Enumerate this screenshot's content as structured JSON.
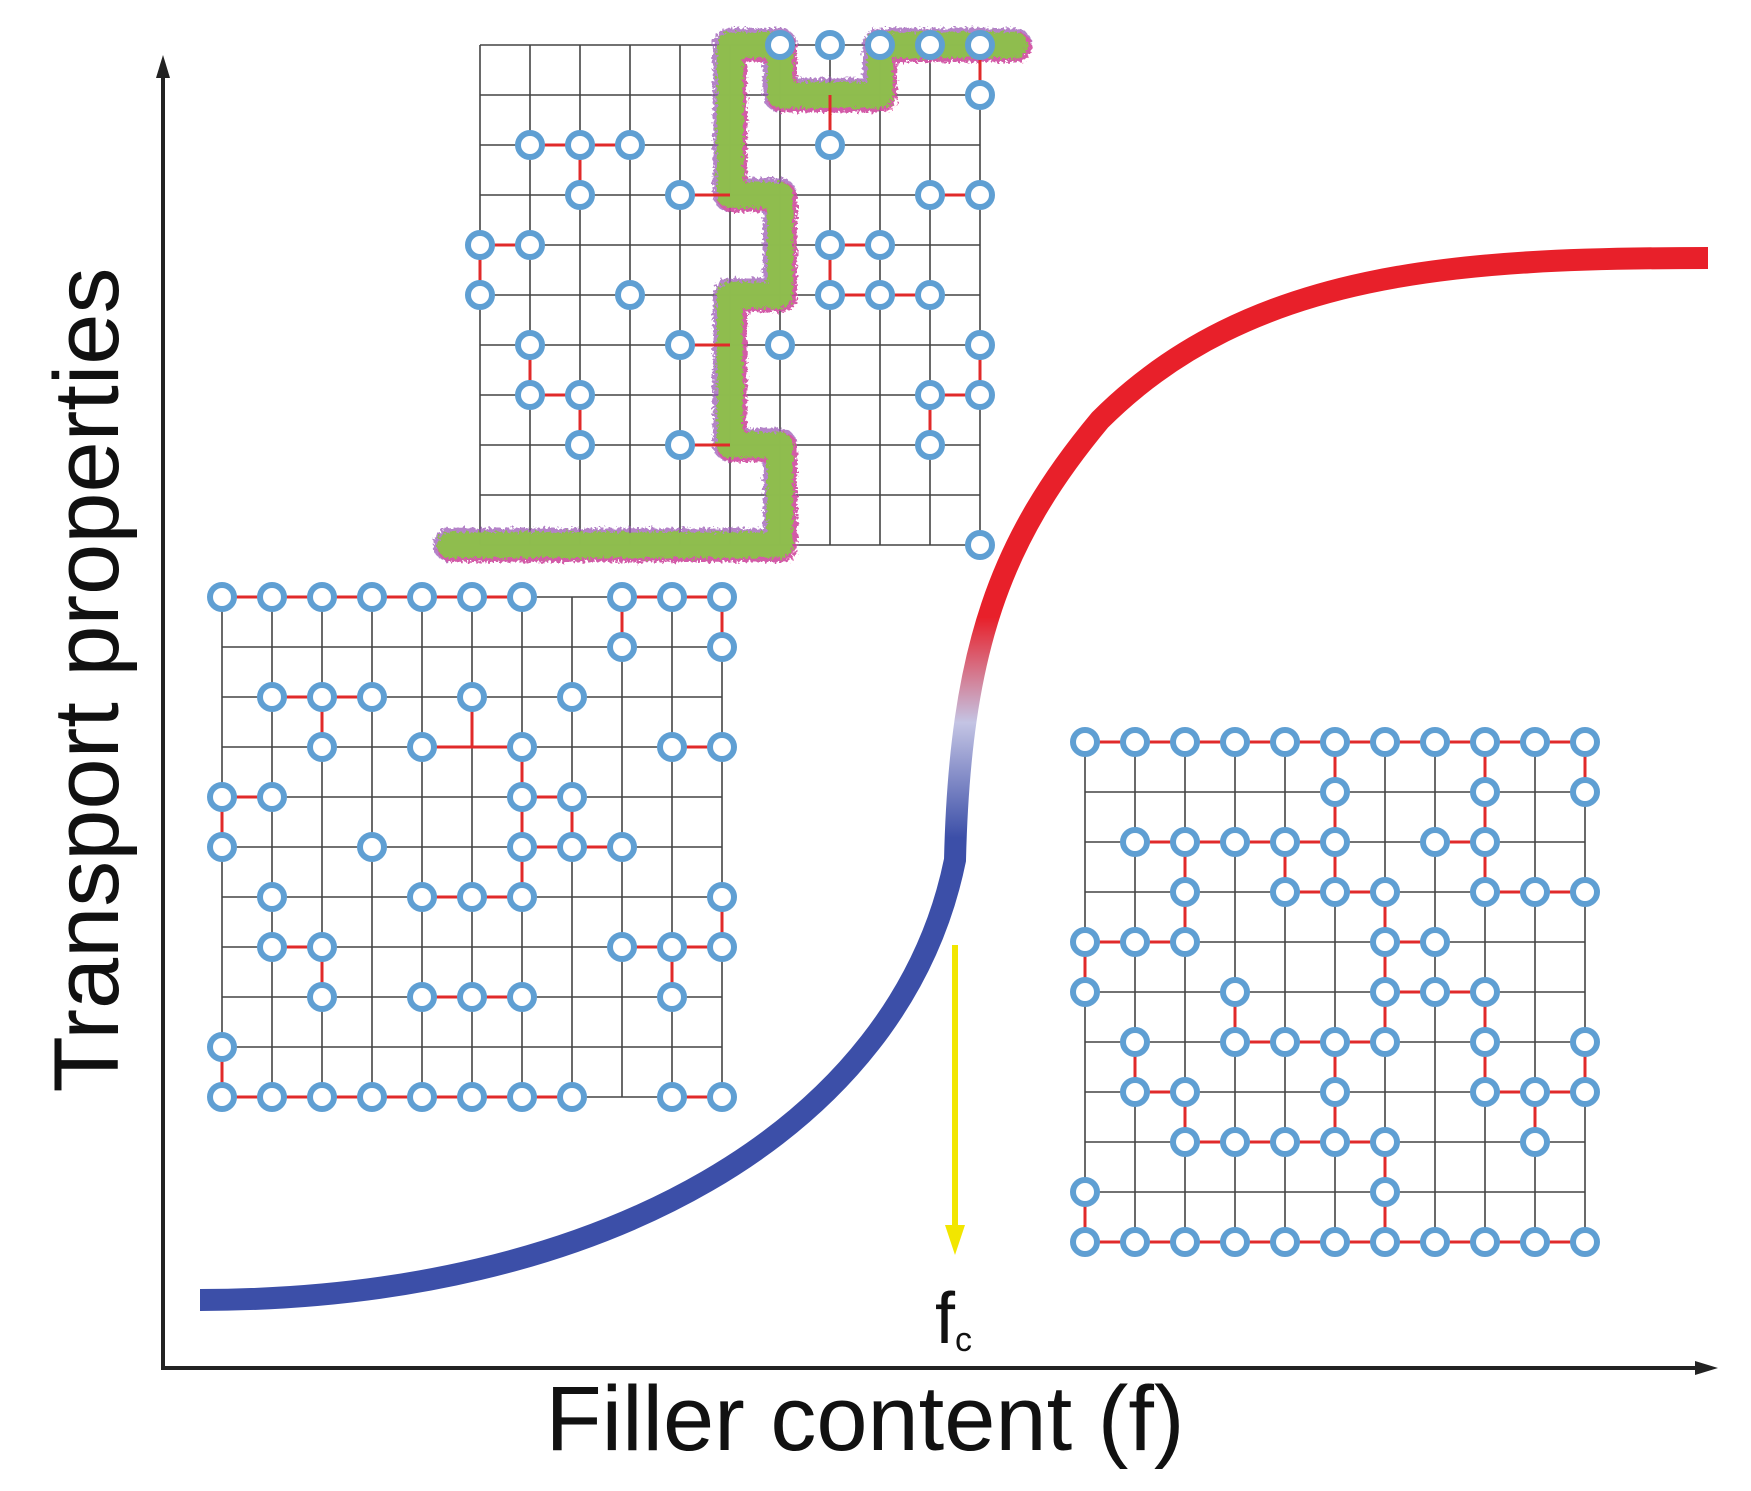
{
  "axes": {
    "x_label": "Filler content (f)",
    "y_label": "Transport properties"
  },
  "threshold": {
    "symbol": "f",
    "subscript": "c",
    "arrow_color": "#f2e600"
  },
  "colors": {
    "curve_low": "#3c4fa8",
    "curve_high": "#e8202a",
    "particle": "#5f9fd3",
    "bond": "#e02a2a",
    "grid": "#444444",
    "axis": "#222222",
    "path_green": "#8bc34a",
    "path_purple": "#9b59b6",
    "path_pink": "#e84393"
  },
  "panels": [
    {
      "id": "below-threshold",
      "cols": 11,
      "rows": 11,
      "particles": [
        [
          0,
          0
        ],
        [
          1,
          0
        ],
        [
          2,
          0
        ],
        [
          3,
          0
        ],
        [
          4,
          0
        ],
        [
          5,
          0
        ],
        [
          6,
          0
        ],
        [
          8,
          0
        ],
        [
          9,
          0
        ],
        [
          10,
          0
        ],
        [
          8,
          1
        ],
        [
          10,
          1
        ],
        [
          1,
          2
        ],
        [
          2,
          2
        ],
        [
          3,
          2
        ],
        [
          5,
          2
        ],
        [
          7,
          2
        ],
        [
          2,
          3
        ],
        [
          4,
          3
        ],
        [
          6,
          3
        ],
        [
          9,
          3
        ],
        [
          10,
          3
        ],
        [
          0,
          4
        ],
        [
          1,
          4
        ],
        [
          6,
          4
        ],
        [
          7,
          4
        ],
        [
          0,
          5
        ],
        [
          3,
          5
        ],
        [
          6,
          5
        ],
        [
          7,
          5
        ],
        [
          8,
          5
        ],
        [
          1,
          6
        ],
        [
          4,
          6
        ],
        [
          5,
          6
        ],
        [
          6,
          6
        ],
        [
          10,
          6
        ],
        [
          1,
          7
        ],
        [
          2,
          7
        ],
        [
          8,
          7
        ],
        [
          9,
          7
        ],
        [
          10,
          7
        ],
        [
          2,
          8
        ],
        [
          4,
          8
        ],
        [
          5,
          8
        ],
        [
          6,
          8
        ],
        [
          9,
          8
        ],
        [
          0,
          9
        ],
        [
          0,
          10
        ],
        [
          1,
          10
        ],
        [
          2,
          10
        ],
        [
          3,
          10
        ],
        [
          4,
          10
        ],
        [
          5,
          10
        ],
        [
          6,
          10
        ],
        [
          7,
          10
        ],
        [
          9,
          10
        ],
        [
          10,
          10
        ]
      ],
      "bonds": [
        [
          [
            0,
            0
          ],
          [
            6,
            0
          ]
        ],
        [
          [
            8,
            0
          ],
          [
            10,
            0
          ]
        ],
        [
          [
            8,
            0
          ],
          [
            8,
            1
          ]
        ],
        [
          [
            10,
            0
          ],
          [
            10,
            1
          ]
        ],
        [
          [
            1,
            2
          ],
          [
            3,
            2
          ]
        ],
        [
          [
            2,
            2
          ],
          [
            2,
            3
          ]
        ],
        [
          [
            5,
            2
          ],
          [
            5,
            3
          ]
        ],
        [
          [
            4,
            3
          ],
          [
            6,
            3
          ]
        ],
        [
          [
            9,
            3
          ],
          [
            10,
            3
          ]
        ],
        [
          [
            0,
            4
          ],
          [
            1,
            4
          ]
        ],
        [
          [
            0,
            4
          ],
          [
            0,
            5
          ]
        ],
        [
          [
            6,
            3
          ],
          [
            6,
            6
          ]
        ],
        [
          [
            6,
            4
          ],
          [
            7,
            4
          ]
        ],
        [
          [
            7,
            4
          ],
          [
            7,
            5
          ]
        ],
        [
          [
            6,
            5
          ],
          [
            8,
            5
          ]
        ],
        [
          [
            4,
            6
          ],
          [
            6,
            6
          ]
        ],
        [
          [
            1,
            7
          ],
          [
            2,
            7
          ]
        ],
        [
          [
            2,
            7
          ],
          [
            2,
            8
          ]
        ],
        [
          [
            8,
            7
          ],
          [
            10,
            7
          ]
        ],
        [
          [
            10,
            6
          ],
          [
            10,
            7
          ]
        ],
        [
          [
            9,
            7
          ],
          [
            9,
            8
          ]
        ],
        [
          [
            4,
            8
          ],
          [
            6,
            8
          ]
        ],
        [
          [
            0,
            9
          ],
          [
            0,
            10
          ]
        ],
        [
          [
            0,
            10
          ],
          [
            7,
            10
          ]
        ],
        [
          [
            9,
            10
          ],
          [
            10,
            10
          ]
        ]
      ],
      "path": []
    },
    {
      "id": "at-threshold",
      "cols": 11,
      "rows": 11,
      "particles": [
        [
          6,
          0
        ],
        [
          7,
          0
        ],
        [
          8,
          0
        ],
        [
          9,
          0
        ],
        [
          10,
          0
        ],
        [
          10,
          1
        ],
        [
          1,
          2
        ],
        [
          2,
          2
        ],
        [
          3,
          2
        ],
        [
          7,
          2
        ],
        [
          2,
          3
        ],
        [
          4,
          3
        ],
        [
          9,
          3
        ],
        [
          10,
          3
        ],
        [
          0,
          4
        ],
        [
          1,
          4
        ],
        [
          7,
          4
        ],
        [
          8,
          4
        ],
        [
          0,
          5
        ],
        [
          3,
          5
        ],
        [
          7,
          5
        ],
        [
          8,
          5
        ],
        [
          9,
          5
        ],
        [
          1,
          6
        ],
        [
          4,
          6
        ],
        [
          6,
          6
        ],
        [
          10,
          6
        ],
        [
          1,
          7
        ],
        [
          2,
          7
        ],
        [
          9,
          7
        ],
        [
          10,
          7
        ],
        [
          2,
          8
        ],
        [
          4,
          8
        ],
        [
          9,
          8
        ],
        [
          10,
          10
        ]
      ],
      "bonds": [
        [
          [
            1,
            2
          ],
          [
            3,
            2
          ]
        ],
        [
          [
            2,
            2
          ],
          [
            2,
            3
          ]
        ],
        [
          [
            9,
            3
          ],
          [
            10,
            3
          ]
        ],
        [
          [
            0,
            4
          ],
          [
            1,
            4
          ]
        ],
        [
          [
            0,
            4
          ],
          [
            0,
            5
          ]
        ],
        [
          [
            7,
            4
          ],
          [
            8,
            4
          ]
        ],
        [
          [
            7,
            4
          ],
          [
            7,
            5
          ]
        ],
        [
          [
            7,
            5
          ],
          [
            9,
            5
          ]
        ],
        [
          [
            4,
            6
          ],
          [
            5,
            6
          ]
        ],
        [
          [
            1,
            6
          ],
          [
            1,
            7
          ]
        ],
        [
          [
            1,
            7
          ],
          [
            2,
            7
          ]
        ],
        [
          [
            2,
            7
          ],
          [
            2,
            8
          ]
        ],
        [
          [
            9,
            7
          ],
          [
            10,
            7
          ]
        ],
        [
          [
            9,
            7
          ],
          [
            9,
            8
          ]
        ],
        [
          [
            10,
            6
          ],
          [
            10,
            7
          ]
        ],
        [
          [
            10,
            0
          ],
          [
            10,
            1
          ]
        ],
        [
          [
            7,
            1
          ],
          [
            7,
            2
          ]
        ],
        [
          [
            4,
            3
          ],
          [
            5,
            3
          ]
        ],
        [
          [
            4,
            8
          ],
          [
            5,
            8
          ]
        ]
      ],
      "path": [
        [
          -0.6,
          10
        ],
        [
          6,
          10
        ],
        [
          6,
          9
        ],
        [
          6,
          8
        ],
        [
          5,
          8
        ],
        [
          5,
          7
        ],
        [
          5,
          6
        ],
        [
          5,
          5
        ],
        [
          6,
          5
        ],
        [
          6,
          4
        ],
        [
          6,
          3
        ],
        [
          5,
          3
        ],
        [
          5,
          2
        ],
        [
          5,
          1
        ],
        [
          5,
          0
        ],
        [
          6,
          0
        ],
        [
          6,
          1
        ],
        [
          7,
          1
        ],
        [
          8,
          1
        ],
        [
          8,
          0
        ],
        [
          9,
          0
        ],
        [
          10.7,
          0
        ]
      ]
    },
    {
      "id": "above-threshold",
      "cols": 11,
      "rows": 11,
      "particles": [
        [
          0,
          0
        ],
        [
          1,
          0
        ],
        [
          2,
          0
        ],
        [
          3,
          0
        ],
        [
          4,
          0
        ],
        [
          5,
          0
        ],
        [
          6,
          0
        ],
        [
          7,
          0
        ],
        [
          8,
          0
        ],
        [
          9,
          0
        ],
        [
          10,
          0
        ],
        [
          5,
          1
        ],
        [
          8,
          1
        ],
        [
          10,
          1
        ],
        [
          1,
          2
        ],
        [
          2,
          2
        ],
        [
          3,
          2
        ],
        [
          4,
          2
        ],
        [
          5,
          2
        ],
        [
          7,
          2
        ],
        [
          8,
          2
        ],
        [
          2,
          3
        ],
        [
          4,
          3
        ],
        [
          5,
          3
        ],
        [
          6,
          3
        ],
        [
          8,
          3
        ],
        [
          9,
          3
        ],
        [
          10,
          3
        ],
        [
          0,
          4
        ],
        [
          1,
          4
        ],
        [
          2,
          4
        ],
        [
          6,
          4
        ],
        [
          7,
          4
        ],
        [
          0,
          5
        ],
        [
          3,
          5
        ],
        [
          6,
          5
        ],
        [
          7,
          5
        ],
        [
          8,
          5
        ],
        [
          1,
          6
        ],
        [
          3,
          6
        ],
        [
          4,
          6
        ],
        [
          5,
          6
        ],
        [
          6,
          6
        ],
        [
          8,
          6
        ],
        [
          10,
          6
        ],
        [
          1,
          7
        ],
        [
          2,
          7
        ],
        [
          5,
          7
        ],
        [
          8,
          7
        ],
        [
          9,
          7
        ],
        [
          10,
          7
        ],
        [
          2,
          8
        ],
        [
          3,
          8
        ],
        [
          4,
          8
        ],
        [
          5,
          8
        ],
        [
          6,
          8
        ],
        [
          9,
          8
        ],
        [
          0,
          9
        ],
        [
          6,
          9
        ],
        [
          0,
          10
        ],
        [
          1,
          10
        ],
        [
          2,
          10
        ],
        [
          3,
          10
        ],
        [
          4,
          10
        ],
        [
          5,
          10
        ],
        [
          6,
          10
        ],
        [
          7,
          10
        ],
        [
          8,
          10
        ],
        [
          9,
          10
        ],
        [
          10,
          10
        ]
      ],
      "bonds": [
        [
          [
            0,
            0
          ],
          [
            10,
            0
          ]
        ],
        [
          [
            5,
            0
          ],
          [
            5,
            1
          ]
        ],
        [
          [
            8,
            0
          ],
          [
            8,
            3
          ]
        ],
        [
          [
            10,
            0
          ],
          [
            10,
            1
          ]
        ],
        [
          [
            1,
            2
          ],
          [
            5,
            2
          ]
        ],
        [
          [
            5,
            1
          ],
          [
            5,
            2
          ]
        ],
        [
          [
            7,
            2
          ],
          [
            8,
            2
          ]
        ],
        [
          [
            2,
            2
          ],
          [
            2,
            3
          ]
        ],
        [
          [
            4,
            2
          ],
          [
            4,
            3
          ]
        ],
        [
          [
            4,
            3
          ],
          [
            6,
            3
          ]
        ],
        [
          [
            5,
            2
          ],
          [
            5,
            3
          ]
        ],
        [
          [
            8,
            3
          ],
          [
            10,
            3
          ]
        ],
        [
          [
            0,
            4
          ],
          [
            2,
            4
          ]
        ],
        [
          [
            2,
            3
          ],
          [
            2,
            4
          ]
        ],
        [
          [
            0,
            4
          ],
          [
            0,
            5
          ]
        ],
        [
          [
            6,
            3
          ],
          [
            6,
            6
          ]
        ],
        [
          [
            6,
            4
          ],
          [
            7,
            4
          ]
        ],
        [
          [
            6,
            5
          ],
          [
            8,
            5
          ]
        ],
        [
          [
            8,
            5
          ],
          [
            8,
            7
          ]
        ],
        [
          [
            3,
            5
          ],
          [
            3,
            6
          ]
        ],
        [
          [
            3,
            6
          ],
          [
            6,
            6
          ]
        ],
        [
          [
            5,
            6
          ],
          [
            5,
            8
          ]
        ],
        [
          [
            1,
            6
          ],
          [
            1,
            7
          ]
        ],
        [
          [
            1,
            7
          ],
          [
            2,
            7
          ]
        ],
        [
          [
            2,
            7
          ],
          [
            2,
            8
          ]
        ],
        [
          [
            2,
            8
          ],
          [
            6,
            8
          ]
        ],
        [
          [
            6,
            8
          ],
          [
            6,
            10
          ]
        ],
        [
          [
            8,
            7
          ],
          [
            10,
            7
          ]
        ],
        [
          [
            10,
            6
          ],
          [
            10,
            7
          ]
        ],
        [
          [
            9,
            7
          ],
          [
            9,
            8
          ]
        ],
        [
          [
            0,
            9
          ],
          [
            0,
            10
          ]
        ],
        [
          [
            0,
            10
          ],
          [
            10,
            10
          ]
        ]
      ],
      "path": []
    }
  ]
}
